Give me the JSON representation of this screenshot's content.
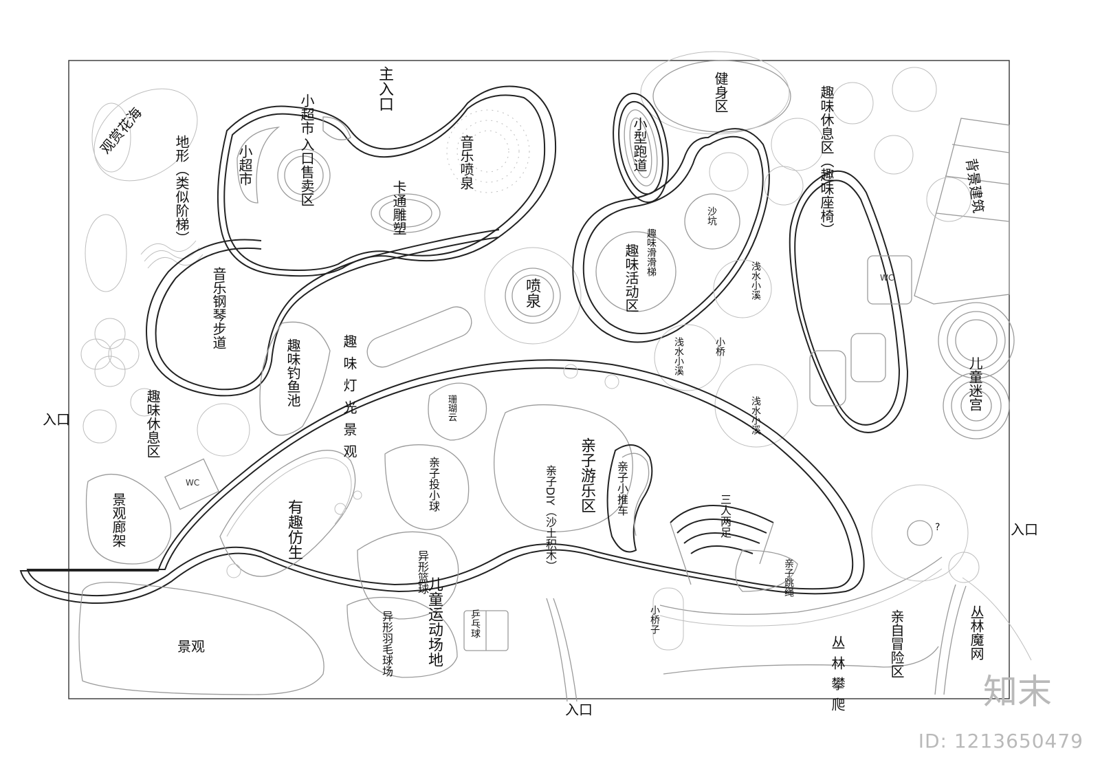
{
  "entrances": {
    "main": "主入口",
    "west": "入口",
    "east": "入口",
    "south": "入口"
  },
  "zones": {
    "flower_sea": "观赏花海",
    "terrain": "地形（类似阶梯）",
    "mini_market_a": "小超市",
    "mini_market_b": "小超市",
    "ticket_area": "入口售卖区",
    "music_fountain": "音乐喷泉",
    "cartoon_sculpture": "卡通雕塑",
    "fitness": "健身区",
    "mini_track": "小型跑道",
    "fun_rest_seats": "趣味休息区（趣味座椅）",
    "background_building": "背景建筑",
    "sandpit": "沙坑",
    "fun_slide": "趣味滑滑梯",
    "fun_activity": "趣味活动区",
    "shallow_stream_a": "浅水小溪",
    "shallow_stream_b": "浅水小溪",
    "shallow_stream_c": "浅水小溪",
    "small_bridge_a": "小桥",
    "fountain": "喷泉",
    "piano_path": "音乐钢琴步道",
    "fun_light": "趣味灯光景观",
    "fishing_pond": "趣味钓鱼池",
    "fun_rest": "趣味休息区",
    "wc_a": "WC",
    "wc_b": "WC",
    "landscape_gallery": "景观廊架",
    "coral_cloud": "珊瑚云",
    "parent_child_play": "亲子游乐区",
    "parent_diy": "亲子DIY（沙土积木）",
    "parent_small_ball": "亲子投小球",
    "parent_kart": "亲子小推车",
    "three_leg": "三人两足",
    "parent_jump_rope": "亲子跳绳",
    "kids_maze": "儿童迷宫",
    "fun_bionic": "有趣仿生",
    "odd_basketball": "异形篮球",
    "kids_sports": "儿童运动场地",
    "ping_pong": "乒乓球",
    "odd_badminton": "异形羽毛球场",
    "landscape": "景观",
    "small_bridge_b": "小桥子",
    "jungle_climb": "丛林攀爬",
    "parent_adventure": "亲自冒险区",
    "jungle_maze": "丛林魔网",
    "question_mark": "?"
  },
  "watermark": {
    "logo": "知末",
    "id": "ID: 1213650479"
  }
}
